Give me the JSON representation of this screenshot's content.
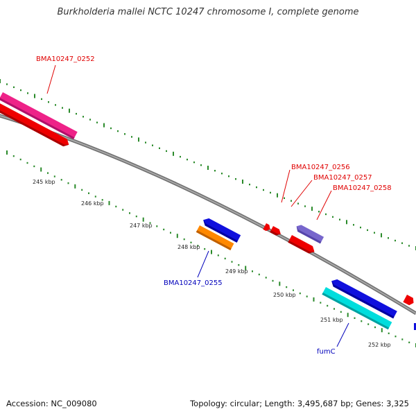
{
  "title": "Burkholderia mallei NCTC 10247 chromosome I, complete genome",
  "footer": {
    "accession": "Accession: NC_009080",
    "summary": "Topology: circular; Length: 3,495,687 bp; Genes: 3,325"
  },
  "colors": {
    "backbone": "#8a8a8a",
    "ticks": "#2a8a2a",
    "feature_label_red": "#e00000",
    "feature_label_blue": "#0000bb"
  },
  "scale_labels": [
    "245 kbp",
    "246 kbp",
    "247 kbp",
    "248 kbp",
    "249 kbp",
    "250 kbp",
    "251 kbp",
    "252 kbp"
  ],
  "feature_labels": [
    {
      "text": "BMA10247_0252",
      "color": "red"
    },
    {
      "text": "BMA10247_0256",
      "color": "red"
    },
    {
      "text": "BMA10247_0257",
      "color": "red"
    },
    {
      "text": "BMA10247_0258",
      "color": "red"
    },
    {
      "text": "BMA10247_0255",
      "color": "blue"
    },
    {
      "text": "fumC",
      "color": "blue"
    }
  ],
  "features": [
    {
      "name": "BMA10247_0252",
      "color": "#ee2288",
      "track": "outer-upper"
    },
    {
      "name": "cds-red-1",
      "color": "#ee0000",
      "track": "outer-lower"
    },
    {
      "name": "cds-blue-1",
      "color": "#1010dd",
      "track": "outer-upper"
    },
    {
      "name": "BMA10247_0255",
      "color": "#ff8800",
      "track": "outer-lower"
    },
    {
      "name": "BMA10247_0256",
      "color": "#ee0000",
      "track": "outer-lower"
    },
    {
      "name": "BMA10247_0257",
      "color": "#ee0000",
      "track": "outer-lower"
    },
    {
      "name": "BMA10247_0258",
      "color": "#7766cc",
      "track": "outer-upper"
    },
    {
      "name": "cds-red-2",
      "color": "#ee0000",
      "track": "outer-lower"
    },
    {
      "name": "cds-blue-2",
      "color": "#1010dd",
      "track": "outer-upper"
    },
    {
      "name": "fumC",
      "color": "#00dddd",
      "track": "outer-lower"
    },
    {
      "name": "cds-red-3",
      "color": "#ee0000",
      "track": "outer-lower"
    }
  ]
}
